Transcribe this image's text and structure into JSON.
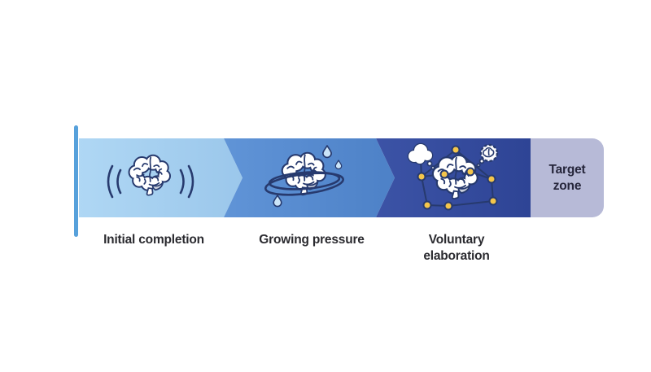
{
  "canvas": {
    "background": "#FFFFFF"
  },
  "diagram": {
    "type": "process-flow-arrow",
    "accent_line": {
      "color": "#57A1DB"
    },
    "stages": [
      {
        "label": "Initial completion",
        "icon": "vibrating-brain-icon",
        "color_start": "#AFD7F4",
        "color_end": "#9BC7EB"
      },
      {
        "label": "Growing pressure",
        "icon": "sweating-brain-pressure-icon",
        "color_start": "#6094D7",
        "color_end": "#4D81C7"
      },
      {
        "label": "Voluntary elaboration",
        "icon": "brain-network-ideas-icon",
        "color_start": "#3C53A6",
        "color_end": "#2E4495"
      }
    ],
    "target_zone": {
      "label": "Target zone",
      "fill": "#B7BAD7",
      "text_color": "#26263B"
    },
    "icon_palette": {
      "outline": "#273A6E",
      "fill": "#FFFFFF",
      "gray": "#C9CFDB",
      "droplet_fill": "#CBE4F8",
      "node_yellow": "#F5C64B"
    },
    "label_color": "#2A2A2F"
  }
}
